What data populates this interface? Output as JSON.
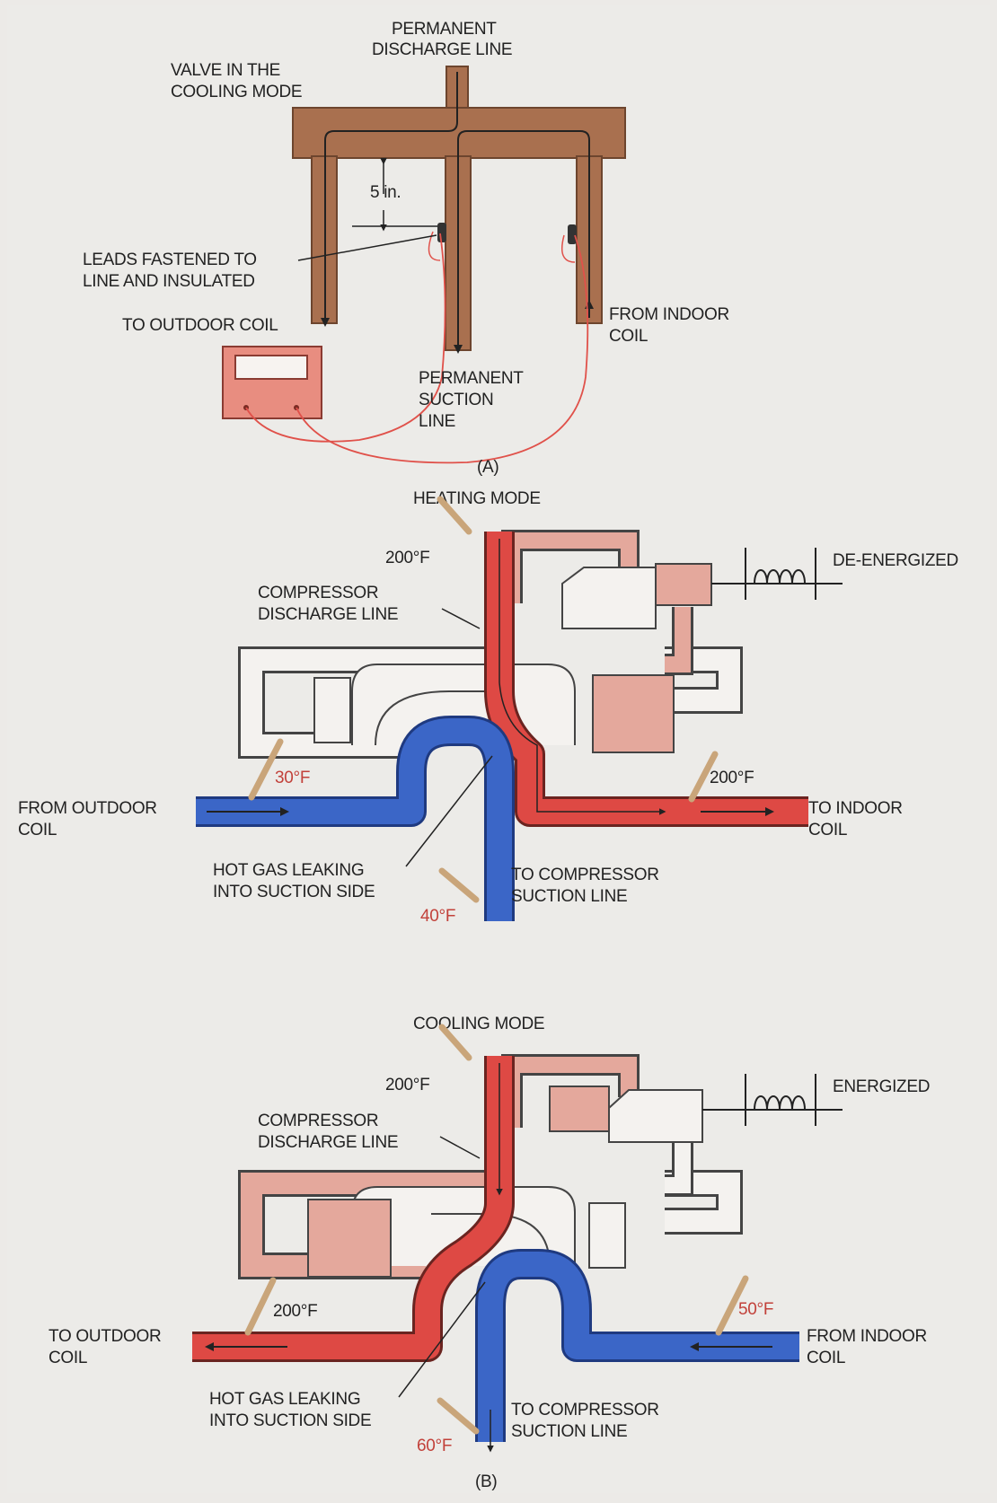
{
  "diagram_a": {
    "permanent_discharge_line": [
      "PERMANENT",
      "DISCHARGE LINE"
    ],
    "valve_mode": [
      "VALVE IN THE",
      "COOLING MODE"
    ],
    "distance": "5 in.",
    "leads": [
      "LEADS FASTENED TO",
      "LINE AND INSULATED"
    ],
    "to_outdoor_coil": "TO OUTDOOR COIL",
    "from_indoor_coil": [
      "FROM INDOOR",
      "COIL"
    ],
    "permanent_suction_line": [
      "PERMANENT",
      "SUCTION",
      "LINE"
    ],
    "caption": "(A)"
  },
  "heating": {
    "title": "HEATING MODE",
    "discharge_temp": "200°F",
    "discharge_line": [
      "COMPRESSOR",
      "DISCHARGE LINE"
    ],
    "solenoid_state": "DE-ENERGIZED",
    "outdoor_temp": "30°F",
    "from_outdoor_coil": [
      "FROM OUTDOOR",
      "COIL"
    ],
    "indoor_temp": "200°F",
    "to_indoor_coil": [
      "TO INDOOR",
      "COIL"
    ],
    "leak": [
      "HOT GAS LEAKING",
      "INTO SUCTION SIDE"
    ],
    "suction": [
      "TO COMPRESSOR",
      "SUCTION LINE"
    ],
    "suction_temp": "40°F"
  },
  "cooling": {
    "title": "COOLING MODE",
    "discharge_temp": "200°F",
    "discharge_line": [
      "COMPRESSOR",
      "DISCHARGE LINE"
    ],
    "solenoid_state": "ENERGIZED",
    "outdoor_temp": "200°F",
    "to_outdoor_coil": [
      "TO OUTDOOR",
      "COIL"
    ],
    "indoor_temp": "50°F",
    "from_indoor_coil": [
      "FROM INDOOR",
      "COIL"
    ],
    "leak": [
      "HOT GAS LEAKING",
      "INTO SUCTION SIDE"
    ],
    "suction": [
      "TO COMPRESSOR",
      "SUCTION LINE"
    ],
    "suction_temp": "60°F",
    "caption": "(B)"
  },
  "colors": {
    "copper": "#a9704f",
    "hot": "#de4944",
    "cold": "#3b66c7",
    "pink": "#e4a89c",
    "meter": "#e88d80"
  }
}
